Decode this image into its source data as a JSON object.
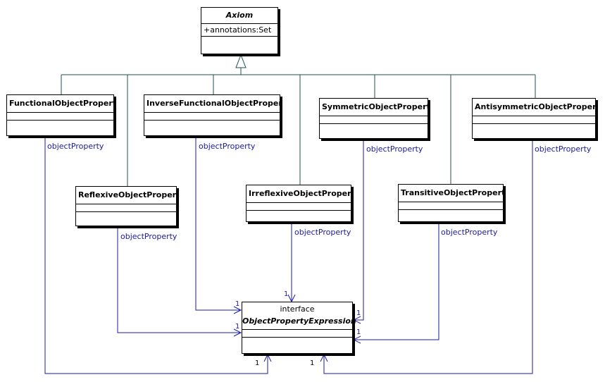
{
  "axiom": {
    "name": "Axiom",
    "attribute": "+annotations:Set"
  },
  "target": {
    "stereotype": "interface",
    "name": "ObjectPropertyExpression"
  },
  "classes": {
    "functional": "FunctionalObjectProperty",
    "inverse_functional": "InverseFunctionalObjectProperty",
    "symmetric": "SymmetricObjectProperty",
    "antisymmetric": "AntisymmetricObjectProperty",
    "reflexive": "ReflexiveObjectProperty",
    "irreflexive": "IrreflexiveObjectProperty",
    "transitive": "TransitiveObjectProperty"
  },
  "role_label": "objectProperty",
  "multiplicity": "1",
  "colors": {
    "association": "#1a1aa6",
    "generalization": "#1f4f4f",
    "border": "#000000"
  }
}
